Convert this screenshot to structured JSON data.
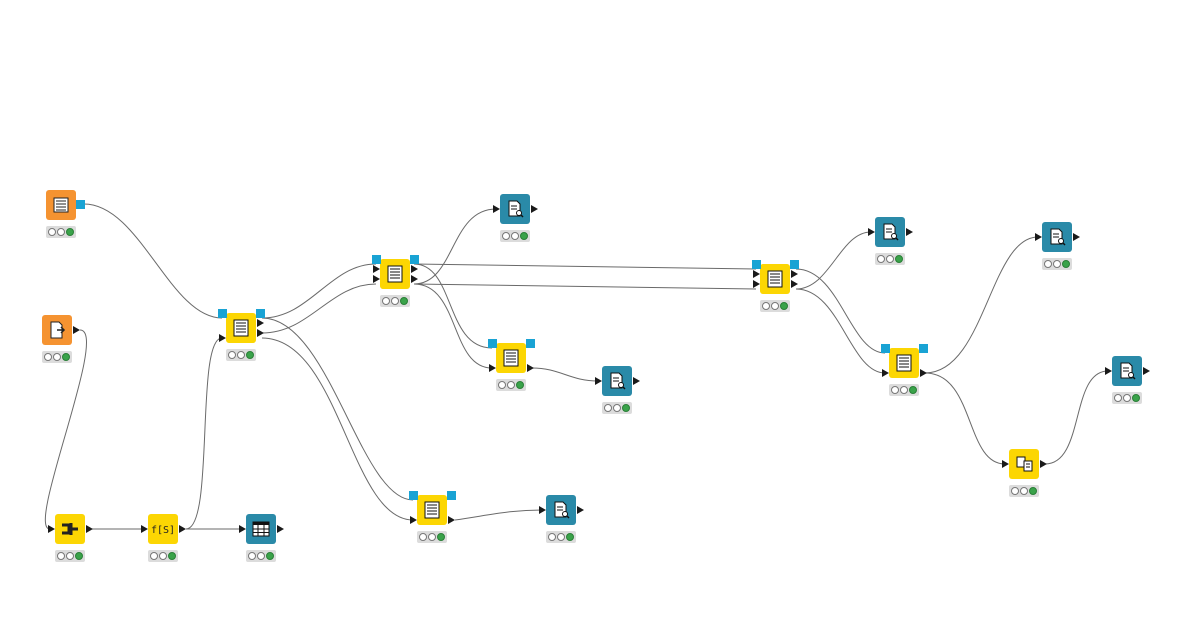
{
  "colors": {
    "reader": "#f59331",
    "manipulator": "#fcd603",
    "visualizer": "#2a8aa8",
    "flow_variable_port": "#19a3d4",
    "connection": "#6a6a6a",
    "status_green": "#3aa34a"
  },
  "nodes": [
    {
      "id": "n1",
      "type": "reader",
      "icon": "table-reader-icon",
      "status": "executed"
    },
    {
      "id": "n2",
      "type": "reader",
      "icon": "file-reader-icon",
      "status": "executed"
    },
    {
      "id": "n3",
      "type": "manipulator",
      "icon": "joiner-icon",
      "status": "executed"
    },
    {
      "id": "n4",
      "type": "manipulator",
      "icon": "string-manipulation-icon",
      "status": "executed"
    },
    {
      "id": "n5",
      "type": "visualizer",
      "icon": "table-view-icon",
      "status": "executed"
    },
    {
      "id": "n6",
      "type": "manipulator",
      "icon": "document-process-icon",
      "status": "executed"
    },
    {
      "id": "n7",
      "type": "manipulator",
      "icon": "document-process-icon",
      "status": "executed"
    },
    {
      "id": "n8",
      "type": "visualizer",
      "icon": "document-viewer-icon",
      "status": "executed"
    },
    {
      "id": "n9",
      "type": "manipulator",
      "icon": "document-process-icon",
      "status": "executed"
    },
    {
      "id": "n10",
      "type": "visualizer",
      "icon": "document-viewer-icon",
      "status": "executed"
    },
    {
      "id": "n11",
      "type": "manipulator",
      "icon": "document-process-icon",
      "status": "executed"
    },
    {
      "id": "n12",
      "type": "visualizer",
      "icon": "document-viewer-icon",
      "status": "executed"
    },
    {
      "id": "n13",
      "type": "manipulator",
      "icon": "document-process-icon",
      "status": "executed"
    },
    {
      "id": "n14",
      "type": "visualizer",
      "icon": "document-viewer-icon",
      "status": "executed"
    },
    {
      "id": "n15",
      "type": "manipulator",
      "icon": "document-process-icon",
      "status": "executed"
    },
    {
      "id": "n16",
      "type": "visualizer",
      "icon": "document-viewer-icon",
      "status": "executed"
    },
    {
      "id": "n17",
      "type": "manipulator",
      "icon": "document-transform-icon",
      "status": "executed"
    },
    {
      "id": "n18",
      "type": "visualizer",
      "icon": "document-viewer-icon",
      "status": "executed"
    }
  ],
  "connections": [
    {
      "from": "n1",
      "to": "n6",
      "kind": "flow"
    },
    {
      "from": "n2",
      "to": "n3",
      "kind": "data"
    },
    {
      "from": "n3",
      "to": "n4",
      "kind": "data"
    },
    {
      "from": "n4",
      "to": "n5",
      "kind": "data"
    },
    {
      "from": "n4",
      "to": "n6",
      "kind": "data"
    },
    {
      "from": "n6",
      "to": "n7",
      "kind": "data"
    },
    {
      "from": "n6",
      "to": "n7",
      "kind": "flow"
    },
    {
      "from": "n6",
      "to": "n9",
      "kind": "data"
    },
    {
      "from": "n6",
      "to": "n9",
      "kind": "flow"
    },
    {
      "from": "n7",
      "to": "n8",
      "kind": "data"
    },
    {
      "from": "n7",
      "to": "n11",
      "kind": "data"
    },
    {
      "from": "n7",
      "to": "n11",
      "kind": "flow"
    },
    {
      "from": "n7",
      "to": "n13",
      "kind": "data"
    },
    {
      "from": "n7",
      "to": "n13",
      "kind": "flow"
    },
    {
      "from": "n9",
      "to": "n10",
      "kind": "data"
    },
    {
      "from": "n11",
      "to": "n12",
      "kind": "data"
    },
    {
      "from": "n13",
      "to": "n14",
      "kind": "data"
    },
    {
      "from": "n13",
      "to": "n15",
      "kind": "data"
    },
    {
      "from": "n13",
      "to": "n15",
      "kind": "flow"
    },
    {
      "from": "n15",
      "to": "n16",
      "kind": "data"
    },
    {
      "from": "n15",
      "to": "n17",
      "kind": "data"
    },
    {
      "from": "n17",
      "to": "n18",
      "kind": "data"
    }
  ]
}
